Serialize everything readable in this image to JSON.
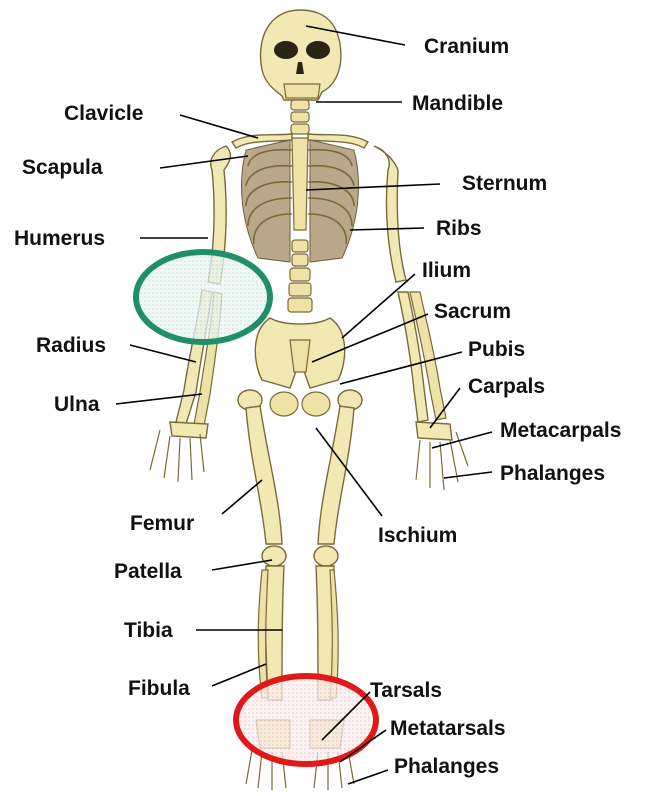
{
  "labels": {
    "cranium": "Cranium",
    "mandible": "Mandible",
    "clavicle": "Clavicle",
    "scapula": "Scapula",
    "sternum": "Sternum",
    "humerus": "Humerus",
    "ribs": "Ribs",
    "ilium": "Ilium",
    "sacrum": "Sacrum",
    "radius": "Radius",
    "pubis": "Pubis",
    "ulna": "Ulna",
    "carpals": "Carpals",
    "metacarpals": "Metacarpals",
    "phalanges_hand": "Phalanges",
    "femur": "Femur",
    "ischium": "Ischium",
    "patella": "Patella",
    "tibia": "Tibia",
    "fibula": "Fibula",
    "tarsals": "Tarsals",
    "metatarsals": "Metatarsals",
    "phalanges_foot": "Phalanges"
  },
  "highlights": {
    "elbow_color": "#1f8f6a",
    "foot_color": "#e01818"
  }
}
